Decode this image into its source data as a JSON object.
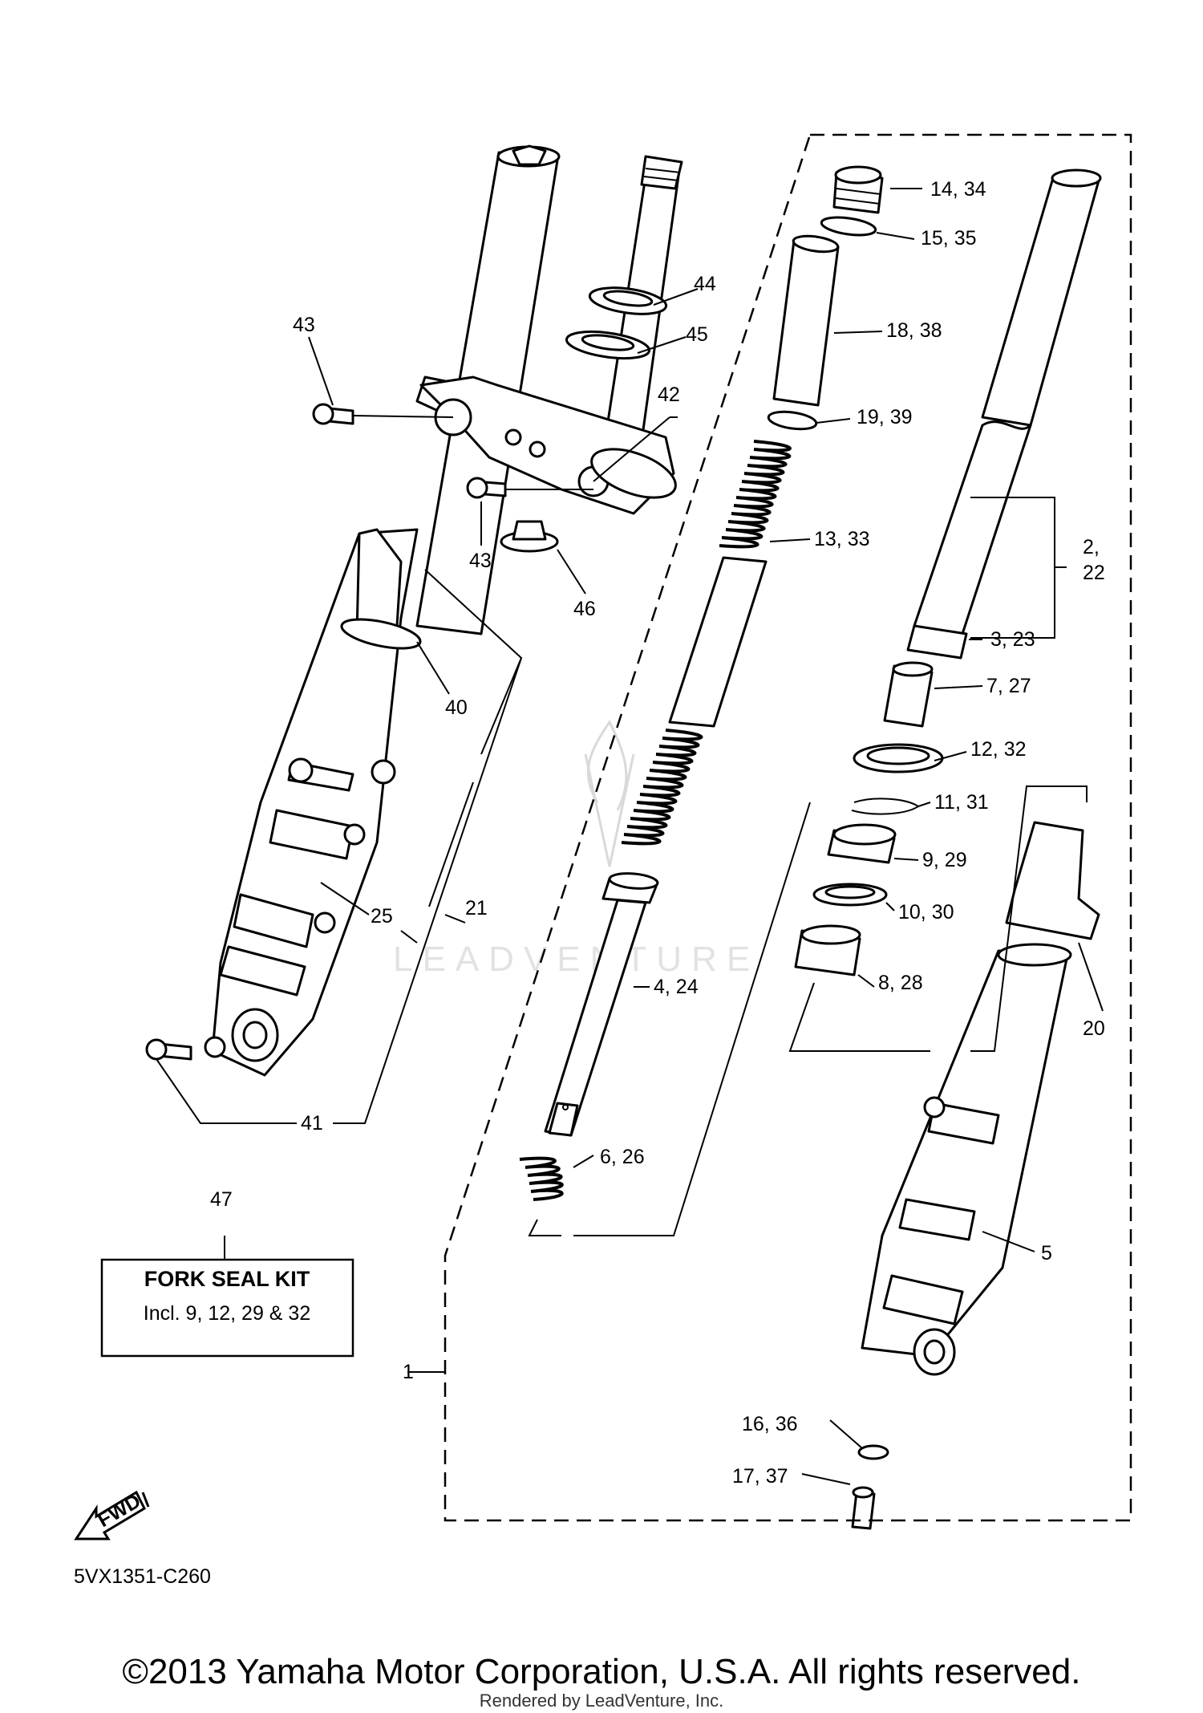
{
  "callouts": {
    "c1": "1",
    "c2_22_a": "2,",
    "c2_22_b": "22",
    "c3_23": "3, 23",
    "c4_24": "4, 24",
    "c5": "5",
    "c6_26": "6, 26",
    "c7_27": "7, 27",
    "c8_28": "8, 28",
    "c9_29": "9, 29",
    "c10_30": "10, 30",
    "c11_31": "11, 31",
    "c12_32": "12, 32",
    "c13_33": "13, 33",
    "c14_34": "14, 34",
    "c15_35": "15, 35",
    "c16_36": "16, 36",
    "c17_37": "17, 37",
    "c18_38": "18, 38",
    "c19_39": "19, 39",
    "c20": "20",
    "c21": "21",
    "c25": "25",
    "c40": "40",
    "c41": "41",
    "c42": "42",
    "c43_top": "43",
    "c43_bottom": "43",
    "c44": "44",
    "c45": "45",
    "c46": "46",
    "c47": "47"
  },
  "kit_box": {
    "title": "FORK SEAL KIT",
    "contents": "Incl. 9, 12, 29 & 32"
  },
  "direction_arrow": "FWD",
  "diagram_code": "5VX1351-C260",
  "watermark": "LEADVENTURE",
  "copyright": "©2013 Yamaha Motor Corporation, U.S.A. All rights reserved.",
  "rendered_by": "Rendered by LeadVenture, Inc."
}
